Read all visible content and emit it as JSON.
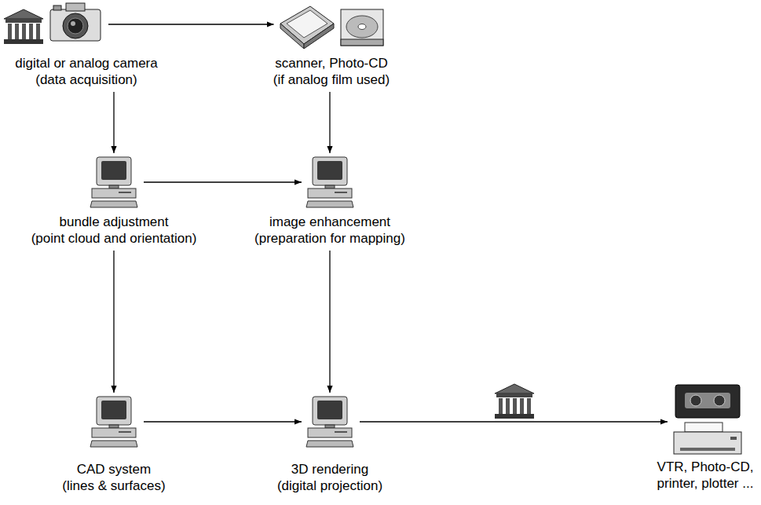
{
  "diagram": {
    "nodes": [
      {
        "text": [
          "digital or analog camera",
          "(data acquisition)"
        ]
      },
      {
        "text": [
          "scanner, Photo-CD",
          "(if analog film used)"
        ]
      },
      {
        "text": [
          "bundle adjustment",
          "(point cloud and orientation)"
        ]
      },
      {
        "text": [
          "image enhancement",
          "(preparation for mapping)"
        ]
      },
      {
        "text": [
          "CAD system",
          "(lines & surfaces)"
        ]
      },
      {
        "text": [
          "3D rendering",
          "(digital projection)"
        ]
      },
      {
        "text": [
          "VTR, Photo-CD, printer, plotter ..."
        ]
      }
    ],
    "edges": [
      {
        "from": 0,
        "to": 1,
        "arrow": "to"
      },
      {
        "from": 0,
        "to": 2,
        "arrow": "to"
      },
      {
        "from": 1,
        "to": 3,
        "arrow": "to"
      },
      {
        "from": 2,
        "to": 3,
        "arrow": "to"
      },
      {
        "from": 2,
        "to": 4,
        "arrow": "to"
      },
      {
        "from": 3,
        "to": 5,
        "arrow": "to"
      },
      {
        "from": 4,
        "to": 5,
        "arrow": "to"
      },
      {
        "from": 5,
        "to": 6,
        "arrow": "to"
      }
    ]
  }
}
